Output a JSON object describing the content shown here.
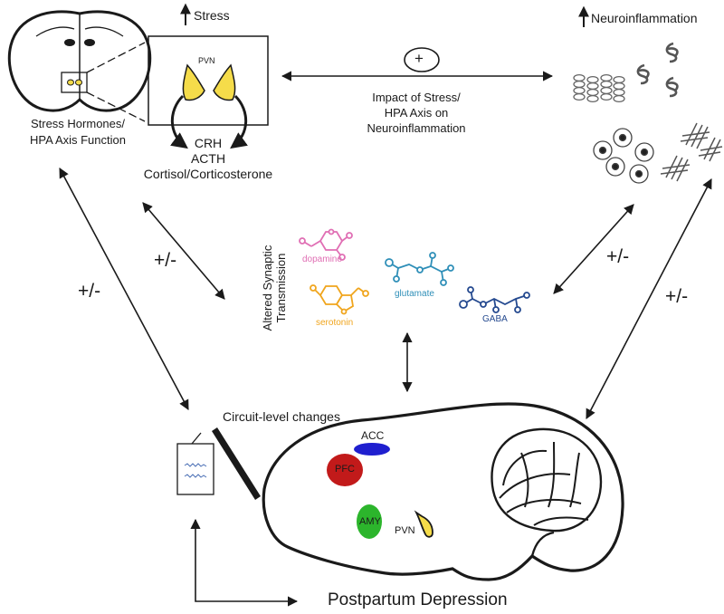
{
  "top": {
    "stress_label": "Stress",
    "neuroinflammation_label": "Neuroinflammation",
    "plus_symbol": "+",
    "impact_lines": [
      "Impact of Stress/",
      "HPA Axis on",
      "Neuroinflammation"
    ]
  },
  "hpa": {
    "pvn_label": "PVN",
    "hormones_lines": [
      "Stress Hormones/",
      "HPA Axis Function"
    ],
    "cascade": [
      "CRH",
      "ACTH",
      "Cortisol/Corticosterone"
    ]
  },
  "synaptic": {
    "title_lines": [
      "Altered Synaptic",
      "Transmission"
    ],
    "molecules": [
      {
        "name": "dopamine",
        "color": "#e06fb4"
      },
      {
        "name": "glutamate",
        "color": "#2f8fb8"
      },
      {
        "name": "serotonin",
        "color": "#f0a51d"
      },
      {
        "name": "GABA",
        "color": "#24498f"
      }
    ]
  },
  "relations": {
    "left_near": "+/-",
    "left_far": "+/-",
    "right_near": "+/-",
    "right_far": "+/-"
  },
  "brain": {
    "circuit_label": "Circuit-level changes",
    "regions": [
      {
        "name": "ACC",
        "color": "#1f1fcf"
      },
      {
        "name": "PFC",
        "color": "#c21a1a"
      },
      {
        "name": "AMY",
        "color": "#2cb52c"
      },
      {
        "name": "PVN",
        "color": "#f5dc4a"
      }
    ]
  },
  "outcome": "Postpartum Depression",
  "colors": {
    "stroke": "#1a1a1a",
    "pvn_yellow": "#f5dc4a",
    "glia_gray": "#777777"
  }
}
